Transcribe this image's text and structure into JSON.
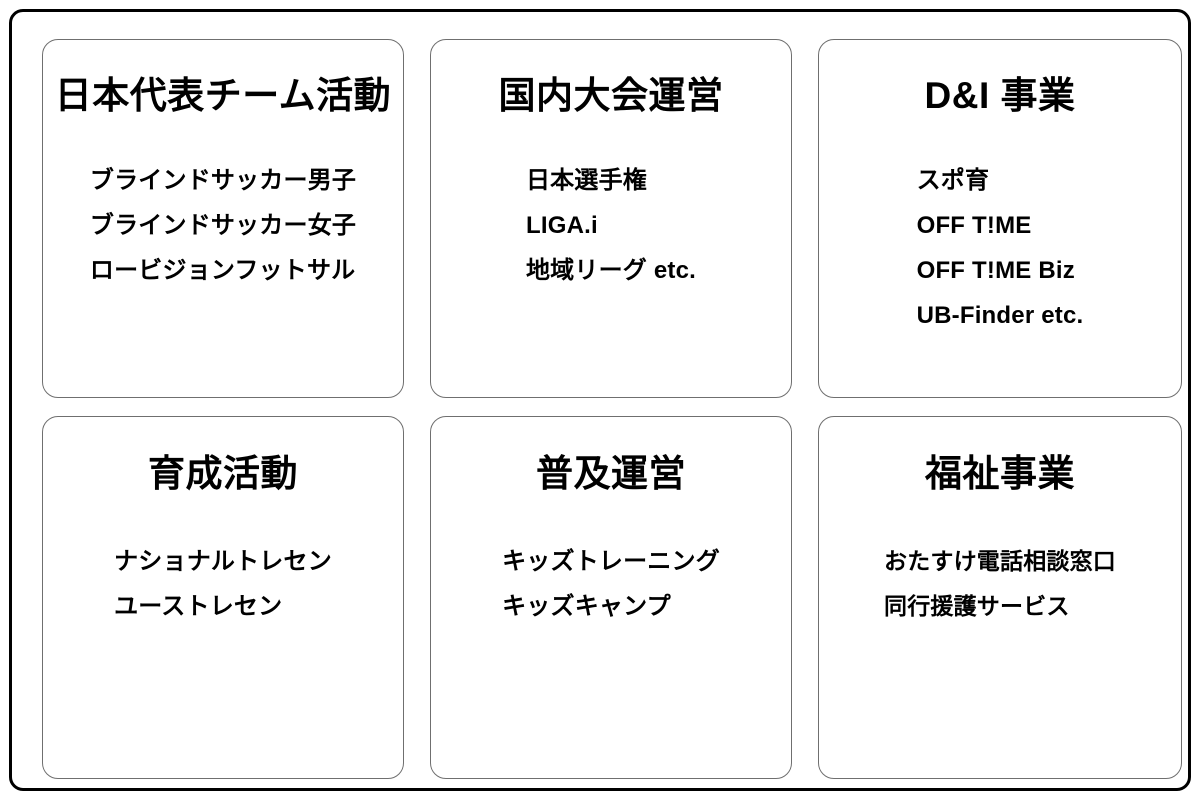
{
  "diagram": {
    "type": "category-card-grid",
    "columns": 3,
    "rows": 2,
    "colors": {
      "background": "#ffffff",
      "outer_border": "#000000",
      "card_border": "#6f6f6f",
      "text": "#000000"
    },
    "cards": [
      {
        "id": "national-team-activities",
        "title": "日本代表チーム活動",
        "items": [
          "ブラインドサッカー男子",
          "ブラインドサッカー女子",
          "ロービジョンフットサル"
        ]
      },
      {
        "id": "domestic-competition-management",
        "title": "国内大会運営",
        "items": [
          "日本選手権",
          "LIGA.i",
          "地域リーグ etc."
        ]
      },
      {
        "id": "di-business",
        "title": "D&I 事業",
        "items": [
          "スポ育",
          "OFF T!ME",
          "OFF T!ME Biz",
          "UB-Finder etc."
        ]
      },
      {
        "id": "development-activities",
        "title": "育成活動",
        "items": [
          "ナショナルトレセン",
          "ユーストレセン"
        ]
      },
      {
        "id": "promotion-management",
        "title": "普及運営",
        "items": [
          "キッズトレーニング",
          "キッズキャンプ"
        ]
      },
      {
        "id": "welfare-business",
        "title": "福祉事業",
        "items": [
          "おたすけ電話相談窓口",
          "同行援護サービス"
        ]
      }
    ]
  }
}
